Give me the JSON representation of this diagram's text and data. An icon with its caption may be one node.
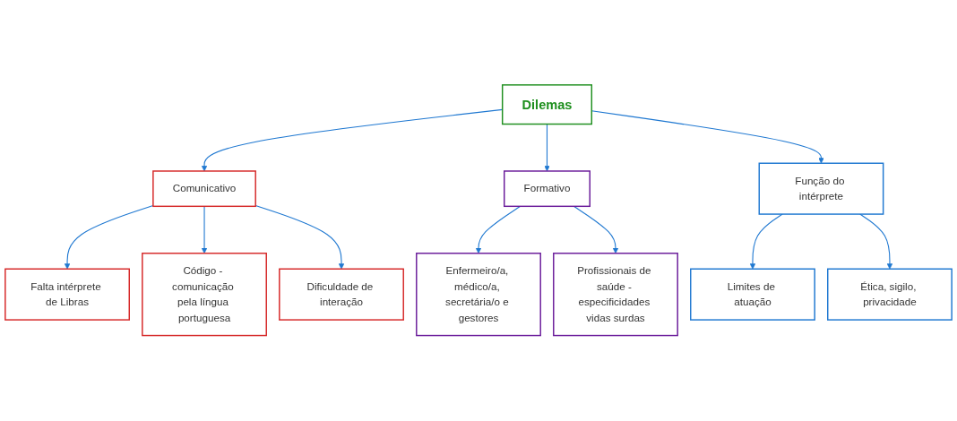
{
  "diagram": {
    "nodes": [
      {
        "text": [
          "Dilemas"
        ]
      },
      {
        "text": [
          "Comunicativo"
        ]
      },
      {
        "text": [
          "Formativo"
        ]
      },
      {
        "text": [
          "Função do intérprete"
        ]
      },
      {
        "text": [
          "Falta intérprete de Libras"
        ]
      },
      {
        "text": [
          "Código - comunicação pela língua portuguesa"
        ]
      },
      {
        "text": [
          "Dificuldade de interação"
        ]
      },
      {
        "text": [
          "Enfermeiro/a, médico/a, secretária/o e gestores"
        ]
      },
      {
        "text": [
          "Profissionais de saúde - especificidades vidas surdas"
        ]
      },
      {
        "text": [
          "Limites de atuação"
        ]
      },
      {
        "text": [
          "Ética, sigilo, privacidade"
        ]
      }
    ],
    "edges": [
      {
        "from": 0,
        "to": 1,
        "arrow": "to"
      },
      {
        "from": 0,
        "to": 2,
        "arrow": "to"
      },
      {
        "from": 0,
        "to": 3,
        "arrow": "to"
      },
      {
        "from": 1,
        "to": 4,
        "arrow": "to"
      },
      {
        "from": 1,
        "to": 5,
        "arrow": "to"
      },
      {
        "from": 1,
        "to": 6,
        "arrow": "to"
      },
      {
        "from": 2,
        "to": 7,
        "arrow": "to"
      },
      {
        "from": 2,
        "to": 8,
        "arrow": "to"
      },
      {
        "from": 3,
        "to": 9,
        "arrow": "to"
      },
      {
        "from": 3,
        "to": 10,
        "arrow": "to"
      }
    ]
  }
}
